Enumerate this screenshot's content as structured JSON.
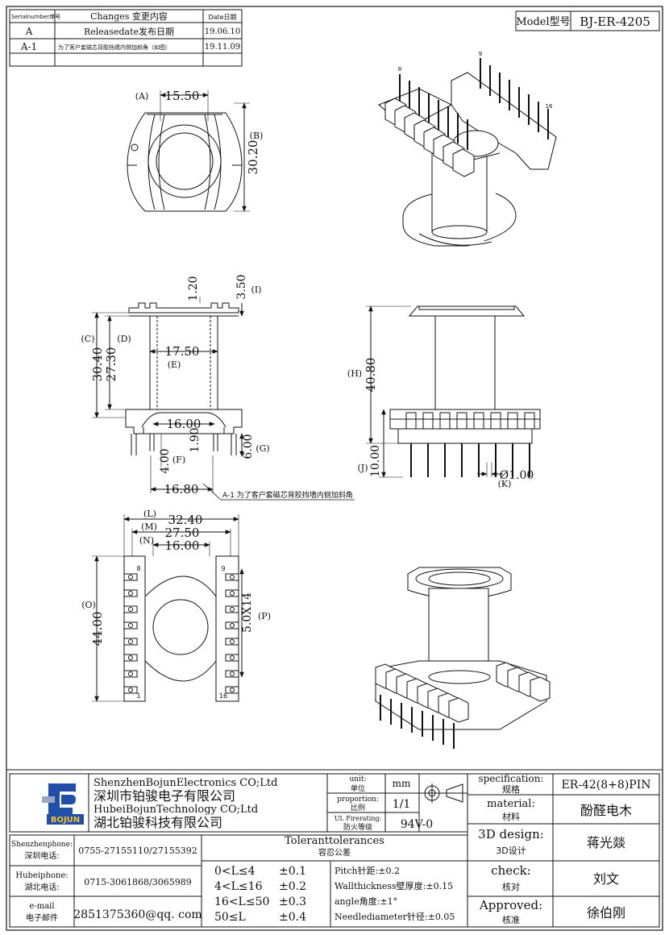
{
  "revision_table": {
    "headers": [
      "Serialnumber序号",
      "Changes 变更内容",
      "Date日期"
    ],
    "rows": [
      {
        "serial": "A",
        "change": "Releasedate发布日期",
        "date": "19.06.10"
      },
      {
        "serial": "A-1",
        "change": "为了客户套磁芯背胶挡墙内侧加斜角（如图）",
        "date": "19.11.09"
      }
    ]
  },
  "model": {
    "label": "Model型号",
    "value": "BJ-ER-4205"
  },
  "dimensions": {
    "d15_50": "15.50",
    "d30_20": "30.20",
    "d1_20": "1.20",
    "d3_50": "3.50",
    "d30_40": "30.40",
    "d27_30": "27.30",
    "d17_50": "17.50",
    "d16_00a": "16.00",
    "d1_90": "1.90",
    "d4_00": "4.00",
    "d6_00": "6.00",
    "d16_80": "16.80",
    "d40_80": "40.80",
    "d10_00": "10.00",
    "d1_00": "Ø1.00",
    "d32_40": "32.40",
    "d27_50": "27.50",
    "d16_00b": "16.00",
    "d44_00": "44.00",
    "d5x14": "5.0X14"
  },
  "labels": {
    "A": "(A)",
    "B": "(B)",
    "C": "(C)",
    "D": "(D)",
    "E": "(E)",
    "F": "(F)",
    "G": "(G)",
    "H": "(H)",
    "I": "(I)",
    "J": "(J)",
    "K": "(K)",
    "L": "(L)",
    "M": "(M)",
    "N": "(N)",
    "O": "(O)",
    "P": "(P)"
  },
  "pins": {
    "p8_iso": "8",
    "p9_iso": "9",
    "p16_iso": "16",
    "p8": "8",
    "p9": "9",
    "p1": "1",
    "p16": "16"
  },
  "note": "A-1 为了客户套磁芯背胶挡墙内侧加斜角",
  "title_block": {
    "company_en1": "ShenzhenBojunElectronics CO;Ltd",
    "company_cn1": "深圳市铂骏电子有限公司",
    "company_en2": "HubeiBojunTechnology CO;Ltd",
    "company_cn2": "湖北铂骏科技有限公司",
    "logo_text": "BOJUN",
    "unit_label": "unit:",
    "unit_label_cn": "单位",
    "unit_value": "mm",
    "proportion_label": "proportion:",
    "proportion_label_cn": "比例",
    "proportion_value": "1/1",
    "firerating_label": "UL Firerating:",
    "firerating_label_cn": "防火等级",
    "firerating_value": "94V-0",
    "spec_label": "specification:",
    "spec_label_cn": "规格",
    "spec_value": "ER-42(8+8)PIN",
    "material_label": "material:",
    "material_label_cn": "材料",
    "material_value": "酚醛电木",
    "design_label": "3D design:",
    "design_label_cn": "3D设计",
    "design_value": "蒋光燚",
    "check_label": "check:",
    "check_label_cn": "核对",
    "check_value": "刘文",
    "approved_label": "Approved:",
    "approved_label_cn": "核准",
    "approved_value": "徐伯刚",
    "sz_phone_label": "Shenzhenphone:",
    "sz_phone_label_cn": "深圳电话:",
    "sz_phone": "0755-27155110/27155392",
    "hb_phone_label": "Hubeiphone:",
    "hb_phone_label_cn": "湖北电话:",
    "hb_phone": "0715-3061868/3065989",
    "email_label": "e-mail",
    "email_label_cn": "电子邮件",
    "email": "2851375360@qq. com",
    "tol_title": "Toleranttolerances",
    "tol_title_cn": "容忍公差",
    "tol_rows": [
      {
        "range": "0<L≤4",
        "tol": "±0.1"
      },
      {
        "range": "4<L≤16",
        "tol": "±0.2"
      },
      {
        "range": "16<L≤50",
        "tol": "±0.3"
      },
      {
        "range": "50≤L",
        "tol": "±0.4"
      }
    ],
    "tol_notes": [
      "Pitch针距:±0.2",
      "Wallthickness壁厚度:±0.15",
      "angle角度:±1°",
      "Needlediameter针径:±0.05"
    ]
  }
}
